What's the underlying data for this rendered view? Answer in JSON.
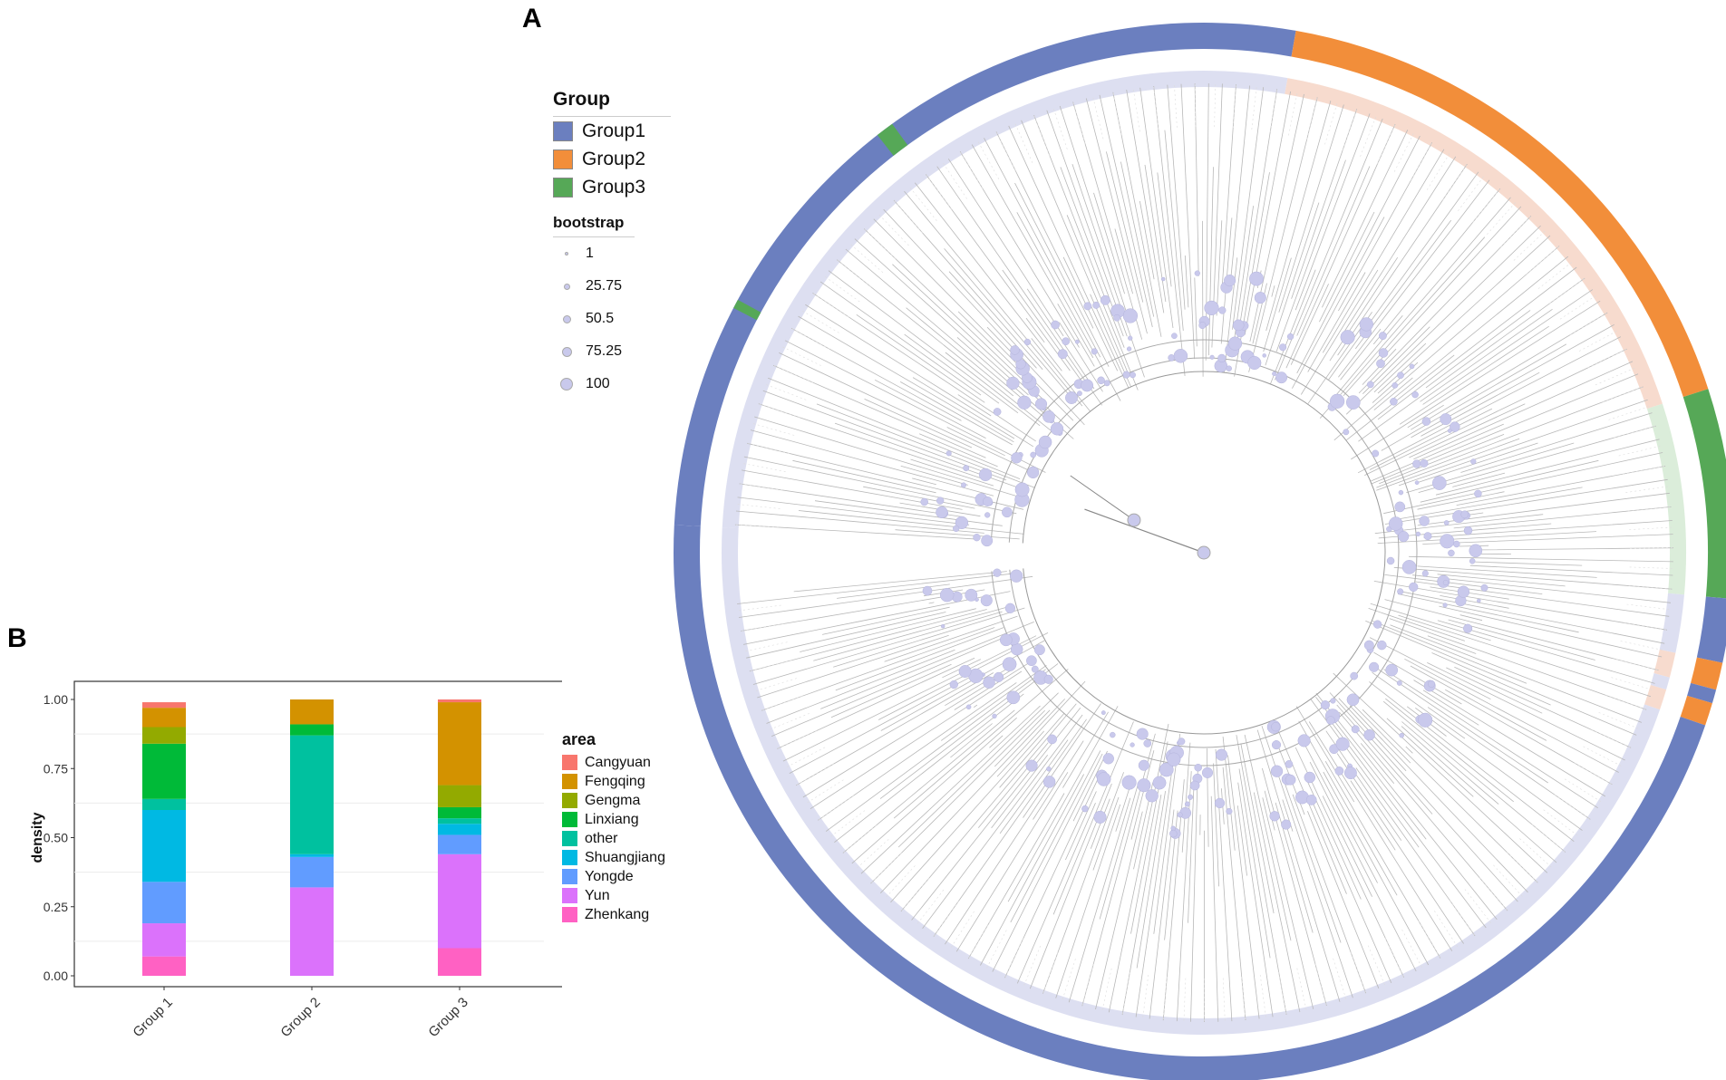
{
  "panels": {
    "a": "A",
    "b": "B"
  },
  "tree_legend": {
    "group_title": "Group",
    "groups": [
      {
        "label": "Group1",
        "color": "#6b7fbf"
      },
      {
        "label": "Group2",
        "color": "#f28e3a"
      },
      {
        "label": "Group3",
        "color": "#56a857"
      }
    ],
    "bootstrap_title": "bootstrap",
    "bootstrap_levels": [
      "1",
      "25.75",
      "50.5",
      "75.25",
      "100"
    ]
  },
  "tree_ring": [
    {
      "group": "Group1",
      "from_deg": 183,
      "to_deg": 280
    },
    {
      "group": "Group2",
      "from_deg": 280,
      "to_deg": 342
    },
    {
      "group": "Group3",
      "from_deg": 342,
      "to_deg": 365
    },
    {
      "group": "Group1",
      "from_deg": 5,
      "to_deg": 12
    },
    {
      "group": "Group2",
      "from_deg": 12,
      "to_deg": 15
    },
    {
      "group": "Group1",
      "from_deg": 15,
      "to_deg": 16.5
    },
    {
      "group": "Group2",
      "from_deg": 16.5,
      "to_deg": 19
    },
    {
      "group": "Group1",
      "from_deg": 19,
      "to_deg": 183
    }
  ],
  "tree_gap": {
    "from_deg": 175,
    "to_deg": 183
  },
  "chart_data": {
    "type": "bar",
    "stacked": true,
    "categories": [
      "Group 1",
      "Group 2",
      "Group 3"
    ],
    "ylabel": "density",
    "xlabel": "",
    "ylim": [
      0,
      1
    ],
    "yticks": [
      "0.00",
      "0.25",
      "0.50",
      "0.75",
      "1.00"
    ],
    "legend_title": "area",
    "legend_position": "right",
    "grid": true,
    "series": [
      {
        "name": "Cangyuan",
        "color": "#f8766d",
        "values": [
          0.02,
          0.0,
          0.01
        ]
      },
      {
        "name": "Fengqing",
        "color": "#d39200",
        "values": [
          0.07,
          0.09,
          0.3
        ]
      },
      {
        "name": "Gengma",
        "color": "#93aa00",
        "values": [
          0.06,
          0.0,
          0.08
        ]
      },
      {
        "name": "Linxiang",
        "color": "#00ba38",
        "values": [
          0.2,
          0.04,
          0.04
        ]
      },
      {
        "name": "other",
        "color": "#00c19f",
        "values": [
          0.04,
          0.43,
          0.02
        ]
      },
      {
        "name": "Shuangjiang",
        "color": "#00b9e3",
        "values": [
          0.26,
          0.01,
          0.04
        ]
      },
      {
        "name": "Yongde",
        "color": "#619cff",
        "values": [
          0.15,
          0.11,
          0.07
        ]
      },
      {
        "name": "Yun",
        "color": "#db72fb",
        "values": [
          0.12,
          0.32,
          0.34
        ]
      },
      {
        "name": "Zhenkang",
        "color": "#ff61c3",
        "values": [
          0.07,
          0.0,
          0.1
        ]
      }
    ]
  }
}
